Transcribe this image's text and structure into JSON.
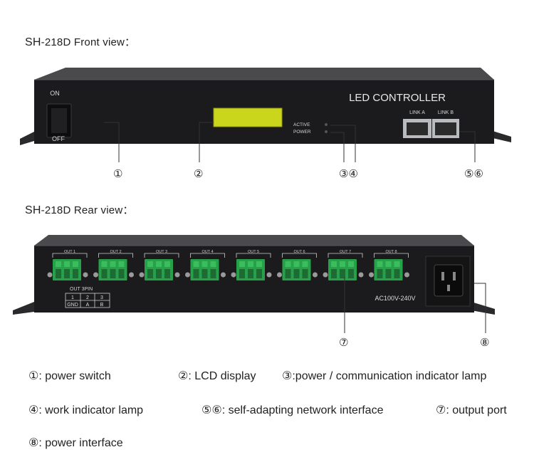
{
  "front": {
    "title_model": "SH",
    "title_rest": "-218D Front view：",
    "label_on": "ON",
    "label_off": "OFF",
    "label_controller": "LED CONTROLLER",
    "label_active": "ACTIVE",
    "label_power": "POWER",
    "label_link_a": "LINK A",
    "label_link_b": "LINK B",
    "markers": [
      "①",
      "②",
      "③④",
      "⑤⑥"
    ]
  },
  "rear": {
    "title_model": "SH",
    "title_rest": "-218D Rear view：",
    "outputs": [
      "OUT 1",
      "OUT 2",
      "OUT 3",
      "OUT 4",
      "OUT 5",
      "OUT 6",
      "OUT 7",
      "OUT 8"
    ],
    "pin_caption": "OUT    3PIN",
    "pin_numbers": [
      "1",
      "2",
      "3"
    ],
    "pin_names": [
      "GND",
      "A",
      "B"
    ],
    "voltage": "AC100V-240V",
    "markers": [
      "⑦",
      "⑧"
    ]
  },
  "legend": [
    "①: power switch",
    "②: LCD display",
    "③:power / communication indicator lamp",
    "④: work indicator lamp",
    "⑤⑥: self-adapting network interface",
    "⑦: output port",
    "⑧: power interface"
  ],
  "colors": {
    "chassis": "#1b1b1d",
    "lcd": "#c9d61c",
    "terminal_green": "#27a04a"
  }
}
